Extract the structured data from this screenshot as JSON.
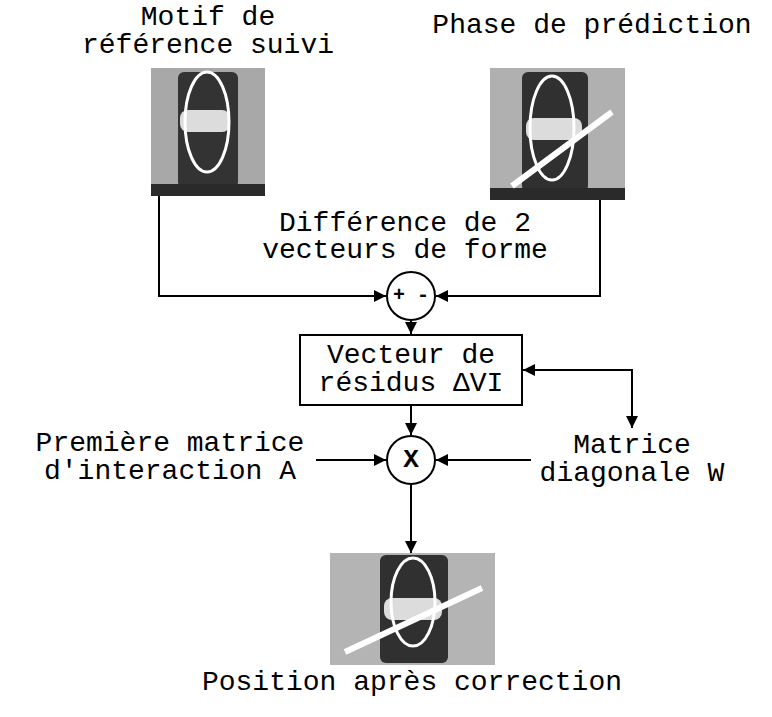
{
  "diagram": {
    "nodes": [
      {
        "text": [
          "Motif de référence suivi"
        ]
      },
      {
        "text": [
          "Phase de prédiction"
        ]
      },
      {
        "text": [
          "+ -"
        ]
      },
      {
        "text": [
          "Vecteur de résidus ΔVI"
        ]
      },
      {
        "text": [
          "Première matrice d'interaction A"
        ]
      },
      {
        "text": [
          "X"
        ]
      },
      {
        "text": [
          "Matrice diagonale W"
        ]
      },
      {
        "text": [
          "Position après correction"
        ]
      }
    ],
    "edges": [
      {
        "from": 0,
        "to": 2,
        "arrow": "to"
      },
      {
        "from": 1,
        "to": 2,
        "arrow": "to"
      },
      {
        "from": 2,
        "to": 3,
        "arrow": "to"
      },
      {
        "from": 3,
        "to": 5,
        "arrow": "to"
      },
      {
        "from": 4,
        "to": 5,
        "arrow": "to"
      },
      {
        "from": 6,
        "to": 5,
        "arrow": "to"
      },
      {
        "from": 3,
        "to": 6,
        "arrow": "both"
      },
      {
        "from": 5,
        "to": 7,
        "arrow": "to"
      }
    ],
    "labels": [
      "Différence de 2 vecteurs de forme"
    ]
  }
}
